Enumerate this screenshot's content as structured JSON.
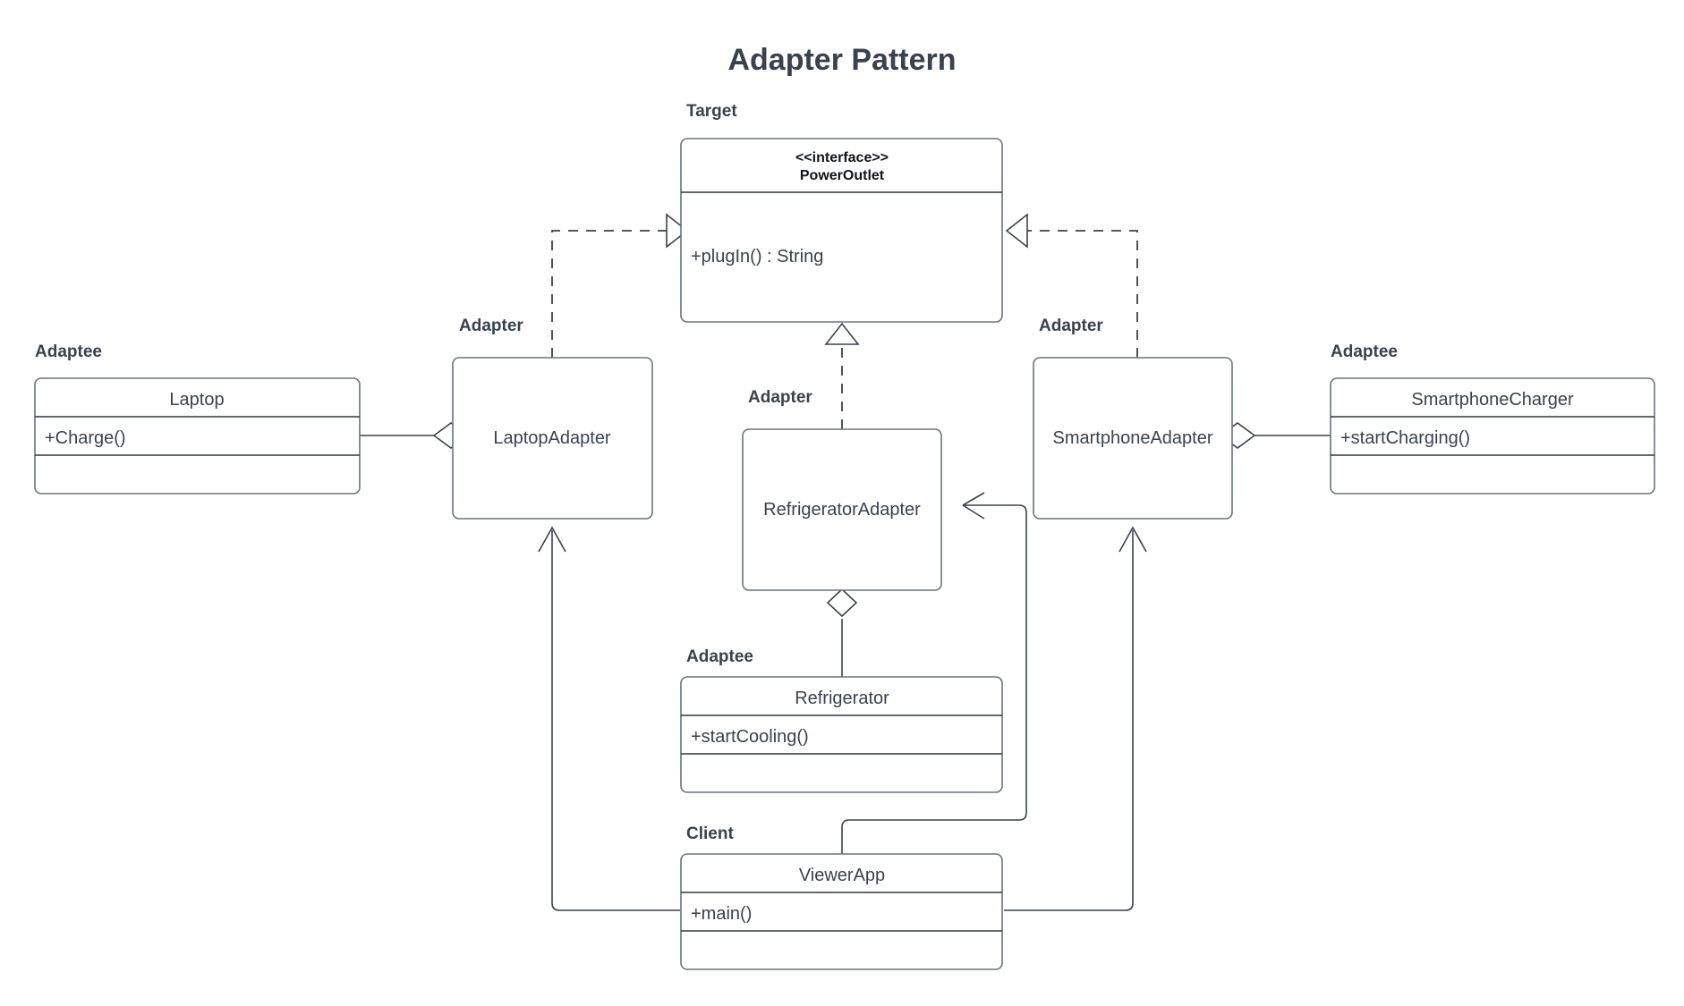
{
  "diagram": {
    "title": "Adapter Pattern",
    "type": "uml-class-diagram",
    "accent_color": "#3b414d",
    "border_color": "#6b7280",
    "background_color": "#ffffff"
  },
  "role_labels": {
    "target": "Target",
    "adapter": "Adapter",
    "adaptee": "Adaptee",
    "client": "Client"
  },
  "classes": {
    "power_outlet": {
      "role": "Target",
      "stereotype": "<<interface>>",
      "name": "PowerOutlet",
      "members": [
        "+plugIn() : String"
      ],
      "compartments": 2
    },
    "laptop": {
      "role": "Adaptee",
      "name": "Laptop",
      "members": [
        "+Charge()"
      ],
      "compartments": 3
    },
    "laptop_adapter": {
      "role": "Adapter",
      "name": "LaptopAdapter",
      "members": [],
      "compartments": 1
    },
    "refrigerator_adapter": {
      "role": "Adapter",
      "name": "RefrigeratorAdapter",
      "members": [],
      "compartments": 1
    },
    "smartphone_adapter": {
      "role": "Adapter",
      "name": "SmartphoneAdapter",
      "members": [],
      "compartments": 1
    },
    "smartphone_charger": {
      "role": "Adaptee",
      "name": "SmartphoneCharger",
      "members": [
        "+startCharging()"
      ],
      "compartments": 3
    },
    "refrigerator": {
      "role": "Adaptee",
      "name": "Refrigerator",
      "members": [
        "+startCooling()"
      ],
      "compartments": 3
    },
    "viewer_app": {
      "role": "Client",
      "name": "ViewerApp",
      "members": [
        "+main()"
      ],
      "compartments": 3
    }
  },
  "relationships": [
    {
      "from": "LaptopAdapter",
      "to": "PowerOutlet",
      "kind": "realization",
      "style": "dashed",
      "arrowhead": "hollow-triangle"
    },
    {
      "from": "SmartphoneAdapter",
      "to": "PowerOutlet",
      "kind": "realization",
      "style": "dashed",
      "arrowhead": "hollow-triangle"
    },
    {
      "from": "RefrigeratorAdapter",
      "to": "PowerOutlet",
      "kind": "realization",
      "style": "dashed",
      "arrowhead": "hollow-triangle"
    },
    {
      "from": "Laptop",
      "to": "LaptopAdapter",
      "kind": "aggregation",
      "style": "solid",
      "arrowhead": "hollow-diamond"
    },
    {
      "from": "SmartphoneCharger",
      "to": "SmartphoneAdapter",
      "kind": "aggregation",
      "style": "solid",
      "arrowhead": "hollow-diamond"
    },
    {
      "from": "Refrigerator",
      "to": "RefrigeratorAdapter",
      "kind": "aggregation",
      "style": "solid",
      "arrowhead": "hollow-diamond"
    },
    {
      "from": "ViewerApp",
      "to": "LaptopAdapter",
      "kind": "association",
      "style": "solid",
      "arrowhead": "open"
    },
    {
      "from": "ViewerApp",
      "to": "SmartphoneAdapter",
      "kind": "association",
      "style": "solid",
      "arrowhead": "open"
    },
    {
      "from": "ViewerApp",
      "to": "RefrigeratorAdapter",
      "kind": "association",
      "style": "solid",
      "arrowhead": "open"
    }
  ]
}
